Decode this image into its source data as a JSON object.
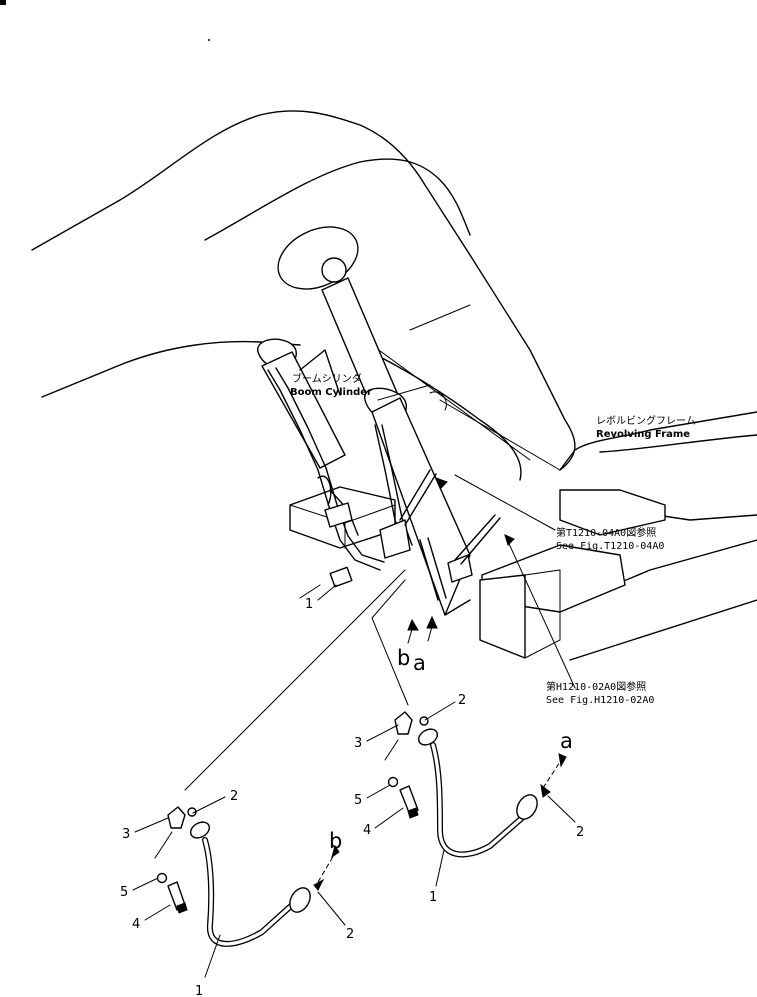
{
  "labels": {
    "boom_cylinder_jp": "ブームシリンダ",
    "boom_cylinder_en": "Boom Cylinder",
    "revolving_frame_jp": "レボルビングフレーム",
    "revolving_frame_en": "Revolving Frame",
    "ref1_jp": "第T1210-04A0図参照",
    "ref1_en": "See Fig.T1210-04A0",
    "ref2_jp": "第H1210-02A0図参照",
    "ref2_en": "See Fig.H1210-02A0"
  },
  "callouts": {
    "c1_main": "1",
    "c1_left": "1",
    "c1_right": "1",
    "c2_left_top": "2",
    "c2_left_bottom": "2",
    "c2_right_top": "2",
    "c2_right_bottom": "2",
    "c3_left": "3",
    "c3_right": "3",
    "c4_left": "4",
    "c4_right": "4",
    "c5_left": "5",
    "c5_right": "5"
  },
  "markers": {
    "a_main": "a",
    "b_main": "b",
    "a_detail": "a",
    "b_detail": "b"
  }
}
